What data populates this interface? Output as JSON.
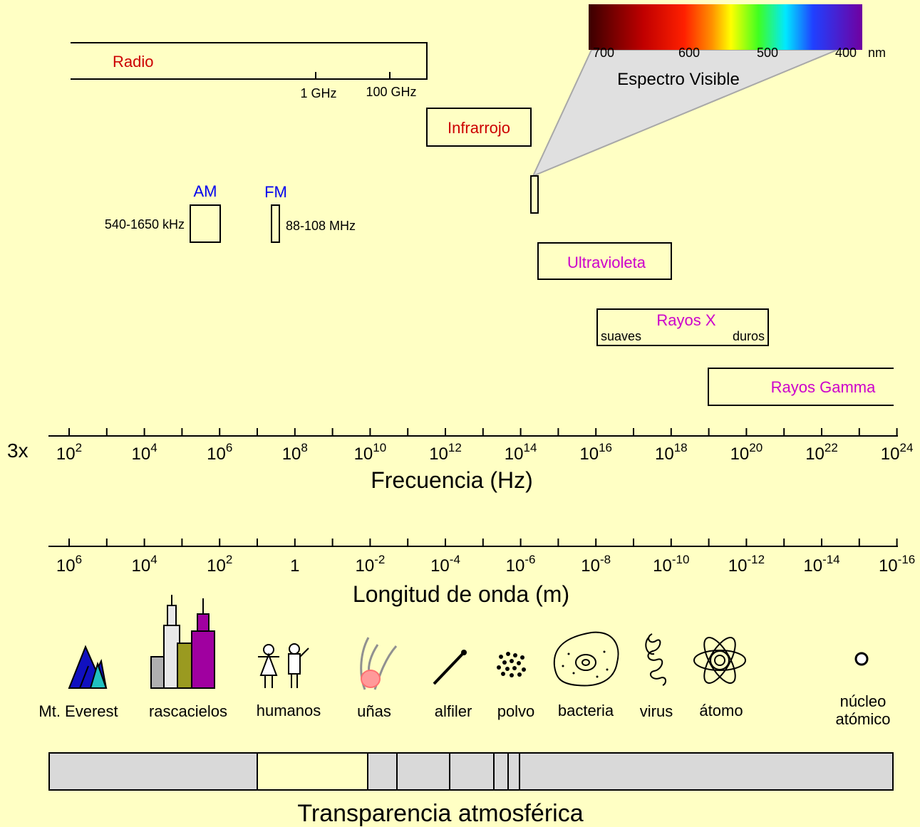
{
  "colors": {
    "background": "#ffffc4",
    "band_label": "#cc0000",
    "radio_service": "#0000ee",
    "ionizing_label": "#cc00cc",
    "opaque": "#d9d9d9"
  },
  "bands": {
    "radio": "Radio",
    "infrared": "Infrarrojo",
    "ultraviolet": "Ultravioleta",
    "xrays": "Rayos X",
    "xrays_soft": "suaves",
    "xrays_hard": "duros",
    "gamma": "Rayos Gamma"
  },
  "radio_ticks": [
    "1 GHz",
    "100 GHz"
  ],
  "visible": {
    "title": "Espectro Visible",
    "wavelengths": [
      "700",
      "600",
      "500",
      "400"
    ],
    "unit": "nm"
  },
  "broadcast": {
    "am_label": "AM",
    "am_range": "540-1650 kHz",
    "fm_label": "FM",
    "fm_range": "88-108 MHz"
  },
  "frequency_axis": {
    "prefix": "3x",
    "title": "Frecuencia (Hz)",
    "ticks": [
      {
        "base": "10",
        "exp": "2"
      },
      {
        "base": "10",
        "exp": "4"
      },
      {
        "base": "10",
        "exp": "6"
      },
      {
        "base": "10",
        "exp": "8"
      },
      {
        "base": "10",
        "exp": "10"
      },
      {
        "base": "10",
        "exp": "12"
      },
      {
        "base": "10",
        "exp": "14"
      },
      {
        "base": "10",
        "exp": "16"
      },
      {
        "base": "10",
        "exp": "18"
      },
      {
        "base": "10",
        "exp": "20"
      },
      {
        "base": "10",
        "exp": "22"
      },
      {
        "base": "10",
        "exp": "24"
      }
    ]
  },
  "wavelength_axis": {
    "title": "Longitud de onda (m)",
    "ticks": [
      {
        "base": "10",
        "exp": "6"
      },
      {
        "base": "10",
        "exp": "4"
      },
      {
        "base": "10",
        "exp": "2"
      },
      {
        "base": "1",
        "exp": ""
      },
      {
        "base": "10",
        "exp": "-2"
      },
      {
        "base": "10",
        "exp": "-4"
      },
      {
        "base": "10",
        "exp": "-6"
      },
      {
        "base": "10",
        "exp": "-8"
      },
      {
        "base": "10",
        "exp": "-10"
      },
      {
        "base": "10",
        "exp": "-12"
      },
      {
        "base": "10",
        "exp": "-14"
      },
      {
        "base": "10",
        "exp": "-16"
      }
    ]
  },
  "scale_objects": [
    {
      "label": "Mt. Everest",
      "icon": "mountain-icon"
    },
    {
      "label": "rascacielos",
      "icon": "skyscraper-icon"
    },
    {
      "label": "humanos",
      "icon": "humans-icon"
    },
    {
      "label": "uñas",
      "icon": "fingernail-icon"
    },
    {
      "label": "alfiler",
      "icon": "pin-icon"
    },
    {
      "label": "polvo",
      "icon": "dust-icon"
    },
    {
      "label": "bacteria",
      "icon": "bacteria-icon"
    },
    {
      "label": "virus",
      "icon": "virus-icon"
    },
    {
      "label": "átomo",
      "icon": "atom-icon"
    },
    {
      "label": "núcleo",
      "label2": "atómico",
      "icon": "nucleus-icon"
    }
  ],
  "transparency": {
    "title": "Transparencia atmosférica"
  }
}
